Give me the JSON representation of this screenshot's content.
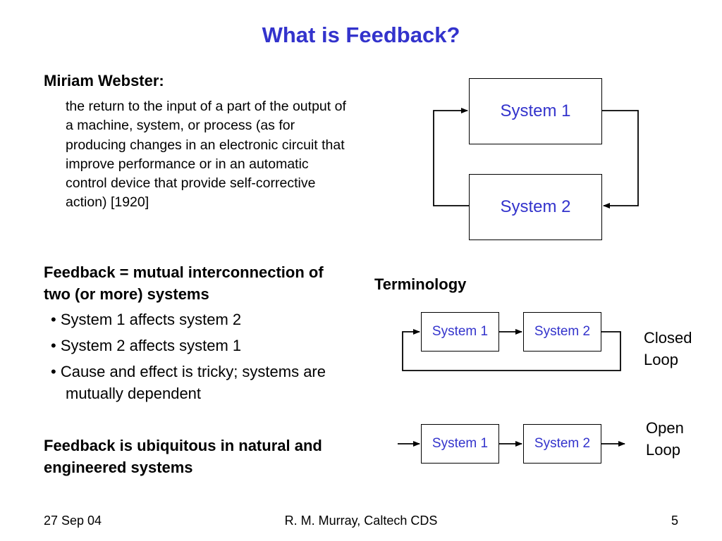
{
  "slide": {
    "title": "What is Feedback?",
    "definition": {
      "heading": "Miriam Webster:",
      "text": "the return to the input of a part of the output of a machine, system, or process (as for producing changes in an electronic circuit that improve performance or in an automatic control device that provide self-corrective action)  [1920]"
    },
    "feedback_heading": "Feedback = mutual interconnection of two (or more) systems",
    "bullets": [
      "• System 1 affects system 2",
      "• System 2 affects system 1",
      "• Cause and effect is tricky; systems are mutually dependent"
    ],
    "ubiquitous": "Feedback is ubiquitous in natural and engineered systems",
    "terminology_heading": "Terminology"
  },
  "diagrams": {
    "feedback": {
      "system1": "System 1",
      "system2": "System 2"
    },
    "closed_loop": {
      "system1": "System 1",
      "system2": "System 2",
      "label_line1": "Closed",
      "label_line2": "Loop"
    },
    "open_loop": {
      "system1": "System 1",
      "system2": "System 2",
      "label_line1": "Open",
      "label_line2": "Loop"
    }
  },
  "footer": {
    "date": "27 Sep 04",
    "center": "R. M. Murray, Caltech CDS",
    "page": "5"
  },
  "colors": {
    "title": "#3333cc",
    "box_text": "#3333cc",
    "text": "#000000",
    "background": "#ffffff"
  }
}
